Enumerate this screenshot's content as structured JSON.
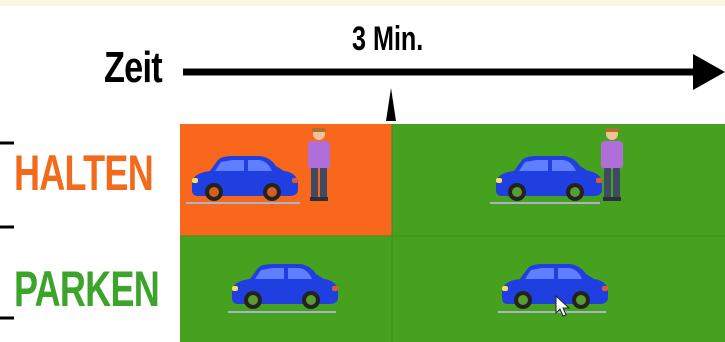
{
  "axis": {
    "label": "Zeit",
    "marker_label": "3 Min."
  },
  "rows": [
    {
      "label": "HALTEN",
      "color": "#f26b1d"
    },
    {
      "label": "PARKEN",
      "color": "#3ca42a"
    }
  ],
  "colors": {
    "halten_before_bg": "#f9671c",
    "allowed_bg": "#46a11f",
    "car_body": "#1f3fe0",
    "car_window": "#5f7fff",
    "wheel_green": "#5a9b2e",
    "wheel_orange": "#d4601f",
    "person_shirt": "#b06fd8",
    "person_pants": "#404a63"
  },
  "icons": [
    "car-icon",
    "person-icon",
    "arrow-right-icon",
    "marker-up-icon",
    "mouse-cursor-icon"
  ]
}
